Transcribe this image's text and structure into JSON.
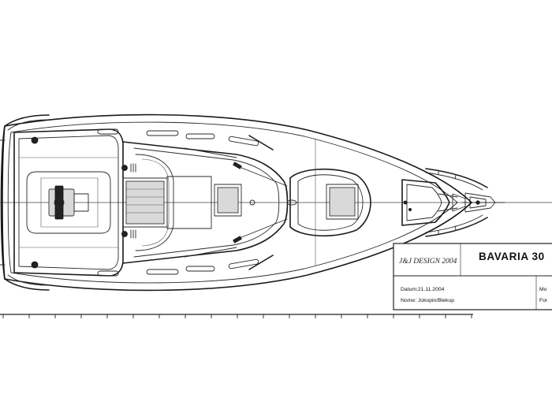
{
  "drawing": {
    "subject": "sailboat-deck-plan",
    "line_color": "#1a1a1a",
    "fill_gray": "#d9d9d9"
  },
  "title_block": {
    "designer": "J&J DESIGN 2004",
    "model": "BAVARIA 30",
    "date_line": "Datum:21.11.2004",
    "name_line": "Nome: Jokopin/Blekup",
    "cut_label_1": "Mo",
    "cut_label_2": "For"
  }
}
